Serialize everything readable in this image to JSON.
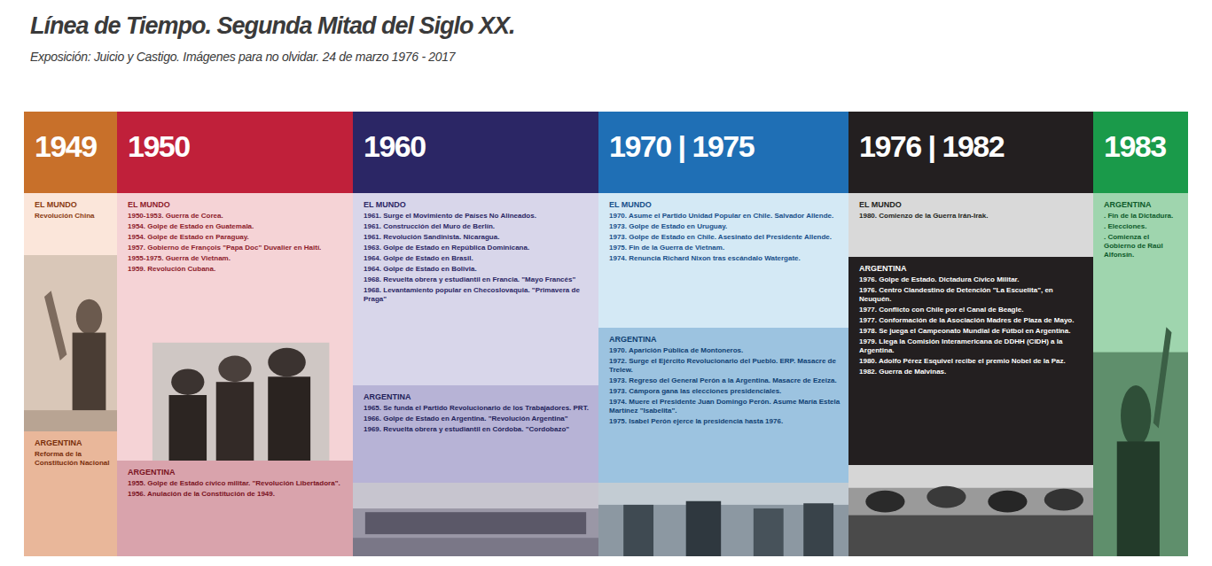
{
  "diagram": {
    "title": "Línea de Tiempo. Segunda Mitad del Siglo XX.",
    "caption": "Exposición: Juicio y Castigo. Imágenes para no olvidar. 24 de marzo 1976 - 2017",
    "nodes": [
      {
        "text": [
          "1949"
        ]
      },
      {
        "text": [
          "EL MUNDO",
          "Revolución China"
        ],
        "in": 0
      },
      {
        "text": [
          "ARGENTINA",
          "Reforma de la Constitución Nacional"
        ],
        "in": 0
      },
      {
        "text": [
          "1950"
        ]
      },
      {
        "text": [
          "EL MUNDO",
          "1950-1953. Guerra de Corea.",
          "1954. Golpe de Estado en Guatemala.",
          "1954. Golpe de Estado en Paraguay.",
          "1957. Gobierno de François \"Papa Doc\" Duvalier en Haití.",
          "1955-1975. Guerra de Vietnam.",
          "1959. Revolución Cubana."
        ],
        "in": 3
      },
      {
        "text": [
          "ARGENTINA",
          "1955. Golpe de Estado cívico militar. \"Revolución Libertadora\".",
          "1956. Anulación de la Constitución de 1949."
        ],
        "in": 3
      },
      {
        "text": [
          "1960"
        ]
      },
      {
        "text": [
          "EL MUNDO",
          "1961. Surge el Movimiento de Países No Alineados.",
          "1961. Construcción del Muro de Berlín.",
          "1961. Revolución Sandinista. Nicaragua.",
          "1963. Golpe de Estado en República Dominicana.",
          "1964. Golpe de Estado en Brasil.",
          "1964. Golpe de Estado en Bolivia.",
          "1968. Revuelta obrera y estudiantil en Francia. \"Mayo Francés\"",
          "1968. Levantamiento popular en Checoslovaquia. \"Primavera de Praga\""
        ],
        "in": 6
      },
      {
        "text": [
          "ARGENTINA",
          "1965. Se funda el Partido Revolucionario de los Trabajadores. PRT.",
          "1966. Golpe de Estado en Argentina. \"Revolución Argentina\"",
          "1969. Revuelta obrera y estudiantil en Córdoba. \"Cordobazo\""
        ],
        "in": 6
      },
      {
        "text": [
          "1970 | 1975"
        ]
      },
      {
        "text": [
          "EL MUNDO",
          "1970. Asume el Partido Unidad Popular en Chile. Salvador Allende.",
          "1973. Golpe de Estado en Uruguay.",
          "1973. Golpe de Estado en Chile. Asesinato del Presidente Allende.",
          "1975. Fin de la Guerra de Vietnam.",
          "1974. Renuncia Richard Nixon tras escándalo Watergate."
        ],
        "in": 9
      },
      {
        "text": [
          "ARGENTINA",
          "1970. Aparición Pública de Montoneros.",
          "1972. Surge el Ejército Revolucionario del Pueblo. ERP. Masacre de Trelew.",
          "1973. Regreso del General Perón a la Argentina. Masacre de Ezeiza.",
          "1973. Cámpora gana las elecciones presidenciales.",
          "1974. Muere el Presidente Juan Domingo Perón. Asume María Estela Martínez \"Isabelita\".",
          "1975. Isabel Perón ejerce la presidencia hasta 1976."
        ],
        "in": 9
      },
      {
        "text": [
          "1976 | 1982"
        ]
      },
      {
        "text": [
          "EL MUNDO",
          "1980. Comienzo de la Guerra Irán-Irak."
        ],
        "in": 12
      },
      {
        "text": [
          "ARGENTINA",
          "1976. Golpe de Estado. Dictadura Cívico Militar.",
          "1976. Centro Clandestino de Detención \"La Escuelita\", en Neuquén.",
          "1977. Conflicto con Chile por el Canal de Beagle.",
          "1977. Conformación de la Asociación Madres de Plaza de Mayo.",
          "1978. Se juega el Campeonato Mundial de Fútbol en Argentina.",
          "1979. Llega la Comisión Interamericana de DDHH (CIDH) a la Argentina.",
          "1980. Adolfo Pérez Esquivel recibe el premio Nobel de la Paz.",
          "1982. Guerra de Malvinas."
        ],
        "in": 12
      },
      {
        "text": [
          "1983"
        ]
      },
      {
        "text": [
          "ARGENTINA",
          ". Fin de la Dictadura.",
          ". Elecciones.",
          ". Comienza el Gobierno de Raúl Alfonsín."
        ],
        "in": 15
      }
    ]
  }
}
